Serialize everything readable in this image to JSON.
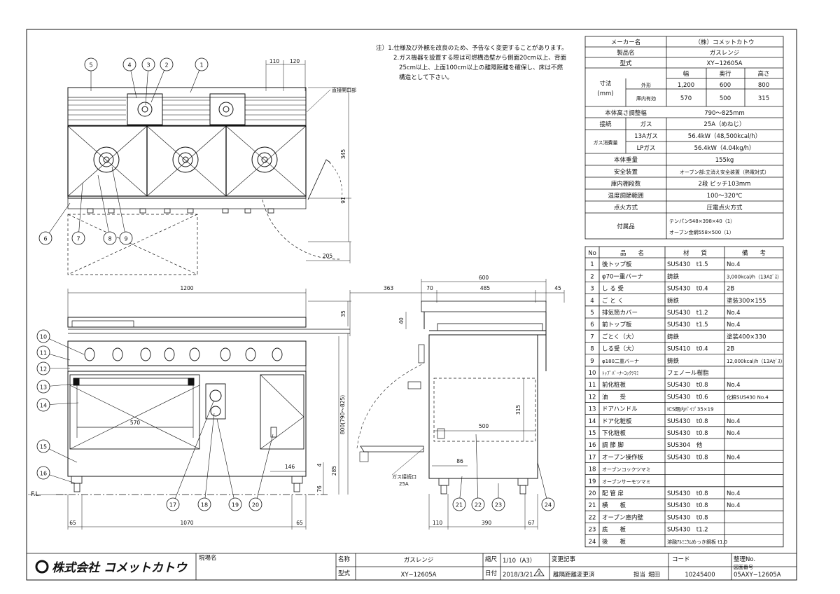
{
  "notes": [
    "注）1.仕様及び外観を改良のため、予告なく変更することがあります。",
    "2.ガス機器を設置する際は可燃構造壁から側面20cm以上、背面",
    "25cm以上、上面100cm以上の離隔距離を確保し、床は不燃",
    "構造として下さい。"
  ],
  "spec": {
    "maker_label": "メーカー名",
    "maker": "（株）コメットカトウ",
    "product_label": "製品名",
    "product": "ガスレンジ",
    "model_label": "型式",
    "model": "XY−12605A",
    "dim_label": "寸法",
    "dim_unit": "(mm)",
    "w_label": "幅",
    "d_label": "奥行",
    "h_label": "高さ",
    "outer_label": "外形",
    "outer": [
      "1,200",
      "600",
      "800"
    ],
    "inner_label": "庫内有効",
    "inner": [
      "570",
      "500",
      "315"
    ],
    "adjust_label": "本体高さ調整幅",
    "adjust": "790〜825mm",
    "conn_label": "接続",
    "gas_label": "ガス",
    "conn": "25A（めねじ）",
    "cons_label": "ガス消費量",
    "g13_label": "13Aガス",
    "g13": "56.4kW（48,500kcal/h）",
    "lp_label": "LPガス",
    "lp": "56.4kW（4.04kg/h）",
    "weight_label": "本体重量",
    "weight": "155kg",
    "safety_label": "安全装置",
    "safety": "オーブン部:立消え安全装置（熱電対式）",
    "shelf_label": "庫内棚段数",
    "shelf": "2段 ピッチ103mm",
    "temp_label": "温度調節範囲",
    "temp": "100〜320℃",
    "ign_label": "点火方式",
    "ign": "圧電点火方式",
    "acc_label": "付属品",
    "acc1": "テンパン548×398×40（1）",
    "acc2": "オーブン金網558×500（1）"
  },
  "parts_header": {
    "no": "No",
    "name": "品　　名",
    "mat": "材　　質",
    "rem": "備　　考"
  },
  "parts": [
    {
      "no": "1",
      "name": "後トップ板",
      "mat": "SUS430　t1.5",
      "rem": "No.4"
    },
    {
      "no": "2",
      "name": "φ70一重バーナ",
      "mat": "鋳鉄",
      "rem": "3,000kcal/h（13Aｶﾞｽ）"
    },
    {
      "no": "3",
      "name": "し る 受",
      "mat": "SUS430　t0.4",
      "rem": "2B"
    },
    {
      "no": "4",
      "name": "ご と く",
      "mat": "鋳鉄",
      "rem": "塗装300×155"
    },
    {
      "no": "5",
      "name": "排気筒カバー",
      "mat": "SUS430　t1.2",
      "rem": "No.4"
    },
    {
      "no": "6",
      "name": "前トップ板",
      "mat": "SUS430　t1.5",
      "rem": "No.4"
    },
    {
      "no": "7",
      "name": "ごとく（大）",
      "mat": "鋳鉄",
      "rem": "塗装400×330"
    },
    {
      "no": "8",
      "name": "しる受（大）",
      "mat": "SUS410　t0.4",
      "rem": "2B"
    },
    {
      "no": "9",
      "name": "φ180二重バーナ",
      "mat": "鋳鉄",
      "rem": "12,000kcal/h（13Aｶﾞｽ）"
    },
    {
      "no": "10",
      "name": "ﾄｯﾌﾟﾊﾞｰﾅｰｺｯｸﾂﾏﾐ",
      "mat": "フェノール樹脂",
      "rem": ""
    },
    {
      "no": "11",
      "name": "前化粧板",
      "mat": "SUS430　t0.8",
      "rem": "No.4"
    },
    {
      "no": "12",
      "name": "油　　受",
      "mat": "SUS430　t0.6",
      "rem": "化粧SUS430 No.4"
    },
    {
      "no": "13",
      "name": "ドアハンドル",
      "mat": "ICS鋼内ﾊﾟｲﾌﾟ35×19",
      "rem": ""
    },
    {
      "no": "14",
      "name": "ドア化粧板",
      "mat": "SUS430　t0.8",
      "rem": "No.4"
    },
    {
      "no": "15",
      "name": "下化粧板",
      "mat": "SUS430　t0.8",
      "rem": "No.4"
    },
    {
      "no": "16",
      "name": "調 節 脚",
      "mat": "SUS304　他",
      "rem": ""
    },
    {
      "no": "17",
      "name": "オーブン操作板",
      "mat": "SUS430　t0.8",
      "rem": "No.4"
    },
    {
      "no": "18",
      "name": "オーブンコックツマミ",
      "mat": "",
      "rem": ""
    },
    {
      "no": "19",
      "name": "オーブンサーモツマミ",
      "mat": "",
      "rem": ""
    },
    {
      "no": "20",
      "name": "配 管 扉",
      "mat": "SUS430　t0.8",
      "rem": "No.4"
    },
    {
      "no": "21",
      "name": "横　　板",
      "mat": "SUS430　t0.8",
      "rem": "No.4"
    },
    {
      "no": "22",
      "name": "オーブン庫内壁",
      "mat": "SUS430　t0.8",
      "rem": ""
    },
    {
      "no": "23",
      "name": "底　　板",
      "mat": "SUS430　t1.2",
      "rem": ""
    },
    {
      "no": "24",
      "name": "後　　板",
      "mat": "溶融ｱﾙﾐﾆｳﾑめっき鋼板 t1.0",
      "rem": ""
    }
  ],
  "title_block": {
    "company": "株式会社 コメットカトウ",
    "site_label": "現場名",
    "name_label": "名称",
    "name": "ガスレンジ",
    "model_label": "型式",
    "model": "XY−12605A",
    "scale_label": "縮尺",
    "scale": "1/10（A3）",
    "date_label": "日付",
    "date": "2018/3/21",
    "rev_mark": "3",
    "change_label": "変更記事",
    "change": "離隔距離変更済",
    "person_label": "担当",
    "person": "堀田",
    "code_label": "コード",
    "code": "10245400",
    "reg_label": "整理No.",
    "drawing_label": "図面番号",
    "drawing_no": "05AXY−12605A"
  },
  "labels": {
    "fl": "F.L.",
    "gas_inlet": "ガス接続口",
    "gas_size": "25A",
    "exhaust": "直接開口部"
  },
  "dims": {
    "top": [
      "110",
      "120",
      "345",
      "91",
      "205"
    ],
    "front": [
      "1200",
      "35",
      "570",
      "800(790〜825)",
      "285",
      "146",
      "4",
      "76",
      "65",
      "1070",
      "65"
    ],
    "side": [
      "600",
      "363",
      "70",
      "485",
      "45",
      "40",
      "315",
      "500",
      "86",
      "110",
      "390",
      "67"
    ]
  },
  "balloons": [
    "1",
    "2",
    "3",
    "4",
    "5",
    "6",
    "7",
    "8",
    "9",
    "10",
    "11",
    "12",
    "13",
    "14",
    "15",
    "16",
    "17",
    "18",
    "19",
    "20",
    "21",
    "22",
    "23",
    "24"
  ],
  "colors": {
    "line": "#111111",
    "paper": "#ffffff",
    "hatch": "#555555"
  }
}
